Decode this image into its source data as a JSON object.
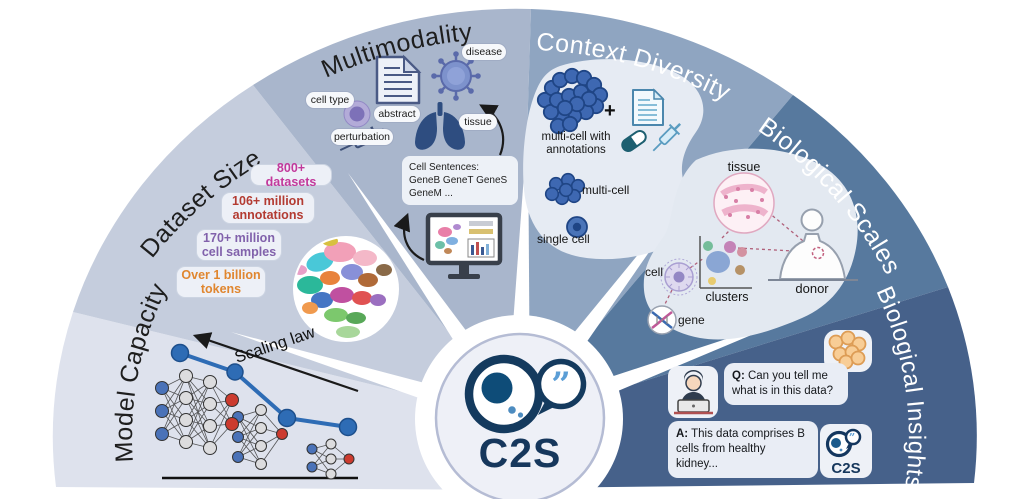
{
  "figure": {
    "center_logo_text": "C2S"
  },
  "sectors": {
    "model_capacity": {
      "title": "Model Capacity",
      "scaling_law_label": "Scaling law"
    },
    "dataset_size": {
      "title": "Dataset Size",
      "badges": [
        {
          "label": "800+ datasets",
          "color": "#c2389b"
        },
        {
          "label": "106+ million annotations",
          "color": "#b33b32"
        },
        {
          "label": "170+ million cell samples",
          "color": "#8161ab"
        },
        {
          "label": "Over 1 billion tokens",
          "color": "#e0862f"
        }
      ]
    },
    "multimodality": {
      "title": "Multimodality",
      "tags": [
        "cell type",
        "perturbation",
        "abstract",
        "disease",
        "tissue"
      ],
      "cell_sentences": "Cell Sentences:\nGeneB GeneT GeneS\nGeneM ..."
    },
    "context_diversity": {
      "title": "Context Diversity",
      "plus_sign": "+",
      "items": {
        "multi_cell_annotated": "multi-cell with\nannotations",
        "multi_cell": "multi-cell",
        "single_cell": "single cell"
      }
    },
    "biological_scales": {
      "title": "Biological Scales",
      "labels": {
        "tissue": "tissue",
        "donor": "donor",
        "clusters": "clusters",
        "cell": "cell",
        "gene": "gene"
      }
    },
    "biological_insights": {
      "title": "Biological Insights",
      "question_prefix": "Q:",
      "question_text": " Can you tell me what is in this data?",
      "answer_prefix": "A:",
      "answer_text": " This data comprises B cells from healthy kidney...",
      "logo_text": "C2S"
    }
  },
  "icons": [
    "document-icon",
    "virus-icon",
    "lungs-icon",
    "syringe-icon",
    "cell-icon",
    "pill-icon",
    "monitor-icon",
    "person-laptop-icon",
    "cell-cluster-icon",
    "dna-icon",
    "donor-silhouette-icon",
    "tissue-histology-icon",
    "umap-plot-icon",
    "neural-network-icon",
    "c2s-logo"
  ],
  "colors": {
    "background": "#ffffff",
    "sector_model_capacity": "#dee2ed",
    "sector_dataset_size": "#c5cddd",
    "sector_multimodality": "#a9b6cc",
    "sector_context_diversity": "#8fa5c1",
    "sector_biological_scales": "#57799e",
    "sector_biological_insights": "#46618a",
    "panel": "#e9edf5",
    "card": "#eef1f7",
    "logo_navy": "#16375c",
    "logo_quote_blue": "#5b9ed6",
    "badge_datasets": "#c2389b",
    "badge_annotations": "#b33b32",
    "badge_cell_samples": "#8161ab",
    "badge_tokens": "#e0862f",
    "scaling_line_blue": "#2e6cb5",
    "node_blue": "#4a72b8",
    "node_red": "#cc3b2f",
    "node_gray": "#dcdcde"
  }
}
